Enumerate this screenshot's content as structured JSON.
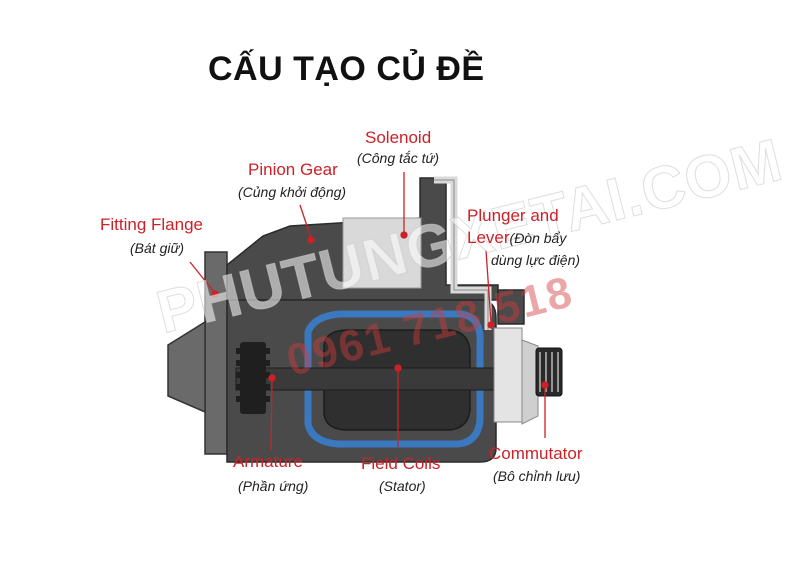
{
  "title": "CẤU TẠO CỦ ĐỀ",
  "watermark": {
    "site": "PHUTUNGXETAI.COM",
    "phone": "0961 718 518"
  },
  "labels": {
    "solenoid": {
      "en": "Solenoid",
      "vi": "(Công tắc tứ)"
    },
    "pinion_gear": {
      "en": "Pinion Gear",
      "vi": "(Củng khởi động)"
    },
    "fitting_flange": {
      "en": "Fitting Flange",
      "vi": "(Bát giữ)"
    },
    "plunger_lever": {
      "en_line1": "Plunger and",
      "en_line2": "Lever",
      "vi_inline": "(Đòn bẩy",
      "vi_line3": "dùng lực điện)"
    },
    "armature": {
      "en": "Armature",
      "vi": "(Phần ứng)"
    },
    "field_coils": {
      "en": "Field Coils",
      "vi": "(Stator)"
    },
    "commutator": {
      "en": "Commutator",
      "vi": "(Bô chỉnh lưu)"
    }
  },
  "colors": {
    "accent_red": "#cc2127",
    "body_dark": "#4a4a4a",
    "coil_blue": "#3a78c0",
    "metal_light": "#d9d9d9"
  }
}
